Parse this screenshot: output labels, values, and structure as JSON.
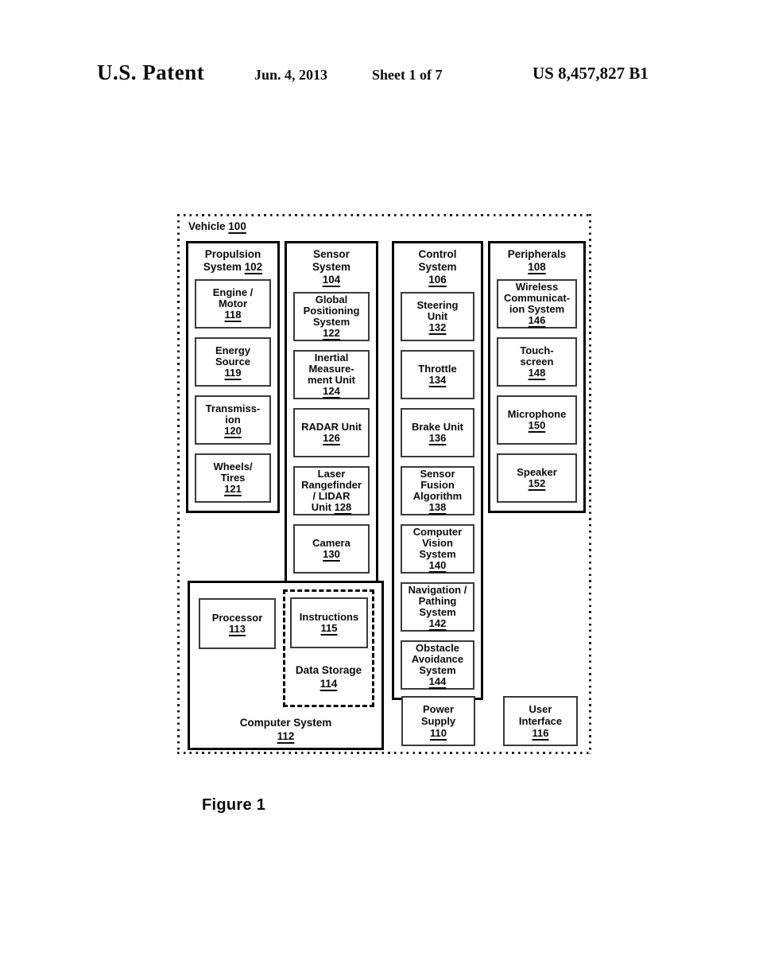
{
  "colors": {
    "ink": "#0b0b0b",
    "paper": "#ffffff"
  },
  "header": {
    "title": "U.S. Patent",
    "date": "Jun. 4, 2013",
    "sheet": "Sheet 1 of 7",
    "patent_number": "US 8,457,827 B1"
  },
  "figure_caption": "Figure 1",
  "diagram": {
    "vehicle": {
      "lines": [
        "Vehicle"
      ],
      "ref": "100",
      "ref_inline": true
    },
    "columns": [
      {
        "id": "propulsion-system",
        "title": {
          "lines": [
            "Propulsion",
            "System"
          ],
          "ref": "102",
          "ref_inline": true
        },
        "boxes": [
          {
            "id": "engine-motor",
            "lines": [
              "Engine /",
              "Motor"
            ],
            "ref": "118"
          },
          {
            "id": "energy-source",
            "lines": [
              "Energy",
              "Source"
            ],
            "ref": "119"
          },
          {
            "id": "transmission",
            "lines": [
              "Transmiss-",
              "ion"
            ],
            "ref": "120"
          },
          {
            "id": "wheels-tires",
            "lines": [
              "Wheels/",
              "Tires"
            ],
            "ref": "121"
          }
        ]
      },
      {
        "id": "sensor-system",
        "title": {
          "lines": [
            "Sensor System"
          ],
          "ref": "104"
        },
        "boxes": [
          {
            "id": "global-positioning-system",
            "lines": [
              "Global",
              "Positioning",
              "System"
            ],
            "ref": "122"
          },
          {
            "id": "inertial-measurement-unit",
            "lines": [
              "Inertial",
              "Measure-",
              "ment Unit"
            ],
            "ref": "124"
          },
          {
            "id": "radar-unit",
            "lines": [
              "RADAR Unit"
            ],
            "ref": "126"
          },
          {
            "id": "laser-rangefinder-lidar-unit",
            "lines": [
              "Laser",
              "Rangefinder",
              "/ LIDAR",
              "Unit"
            ],
            "ref": "128",
            "ref_inline": true
          },
          {
            "id": "camera",
            "lines": [
              "Camera"
            ],
            "ref": "130"
          }
        ]
      },
      {
        "id": "control-system",
        "title": {
          "lines": [
            "Control System"
          ],
          "ref": "106"
        },
        "boxes": [
          {
            "id": "steering-unit",
            "lines": [
              "Steering",
              "Unit"
            ],
            "ref": "132"
          },
          {
            "id": "throttle",
            "lines": [
              "Throttle"
            ],
            "ref": "134"
          },
          {
            "id": "brake-unit",
            "lines": [
              "Brake Unit"
            ],
            "ref": "136"
          },
          {
            "id": "sensor-fusion-algorithm",
            "lines": [
              "Sensor",
              "Fusion",
              "Algorithm"
            ],
            "ref": "138"
          },
          {
            "id": "computer-vision-system",
            "lines": [
              "Computer",
              "Vision",
              "System"
            ],
            "ref": "140"
          },
          {
            "id": "navigation-pathing-system",
            "lines": [
              "Navigation /",
              "Pathing",
              "System"
            ],
            "ref": "142"
          },
          {
            "id": "obstacle-avoidance-system",
            "lines": [
              "Obstacle",
              "Avoidance",
              "System"
            ],
            "ref": "144"
          }
        ]
      },
      {
        "id": "peripherals",
        "title": {
          "lines": [
            "Peripherals"
          ],
          "ref": "108"
        },
        "boxes": [
          {
            "id": "wireless-communication-system",
            "lines": [
              "Wireless",
              "Communicat-",
              "ion System"
            ],
            "ref": "146"
          },
          {
            "id": "touchscreen",
            "lines": [
              "Touch-",
              "screen"
            ],
            "ref": "148"
          },
          {
            "id": "microphone",
            "lines": [
              "Microphone"
            ],
            "ref": "150"
          },
          {
            "id": "speaker",
            "lines": [
              "Speaker"
            ],
            "ref": "152"
          }
        ]
      }
    ],
    "computer_system": {
      "id": "computer-system",
      "title": {
        "lines": [
          "Computer System"
        ],
        "ref": "112"
      },
      "processor": {
        "id": "processor",
        "lines": [
          "Processor"
        ],
        "ref": "113"
      },
      "data_storage": {
        "id": "data-storage",
        "lines": [
          "Data Storage"
        ],
        "ref": "114"
      },
      "instructions": {
        "id": "instructions",
        "lines": [
          "Instructions"
        ],
        "ref": "115"
      }
    },
    "standalone_boxes": [
      {
        "id": "power-supply",
        "lines": [
          "Power",
          "Supply"
        ],
        "ref": "110"
      },
      {
        "id": "user-interface",
        "lines": [
          "User",
          "Interface"
        ],
        "ref": "116"
      }
    ]
  }
}
